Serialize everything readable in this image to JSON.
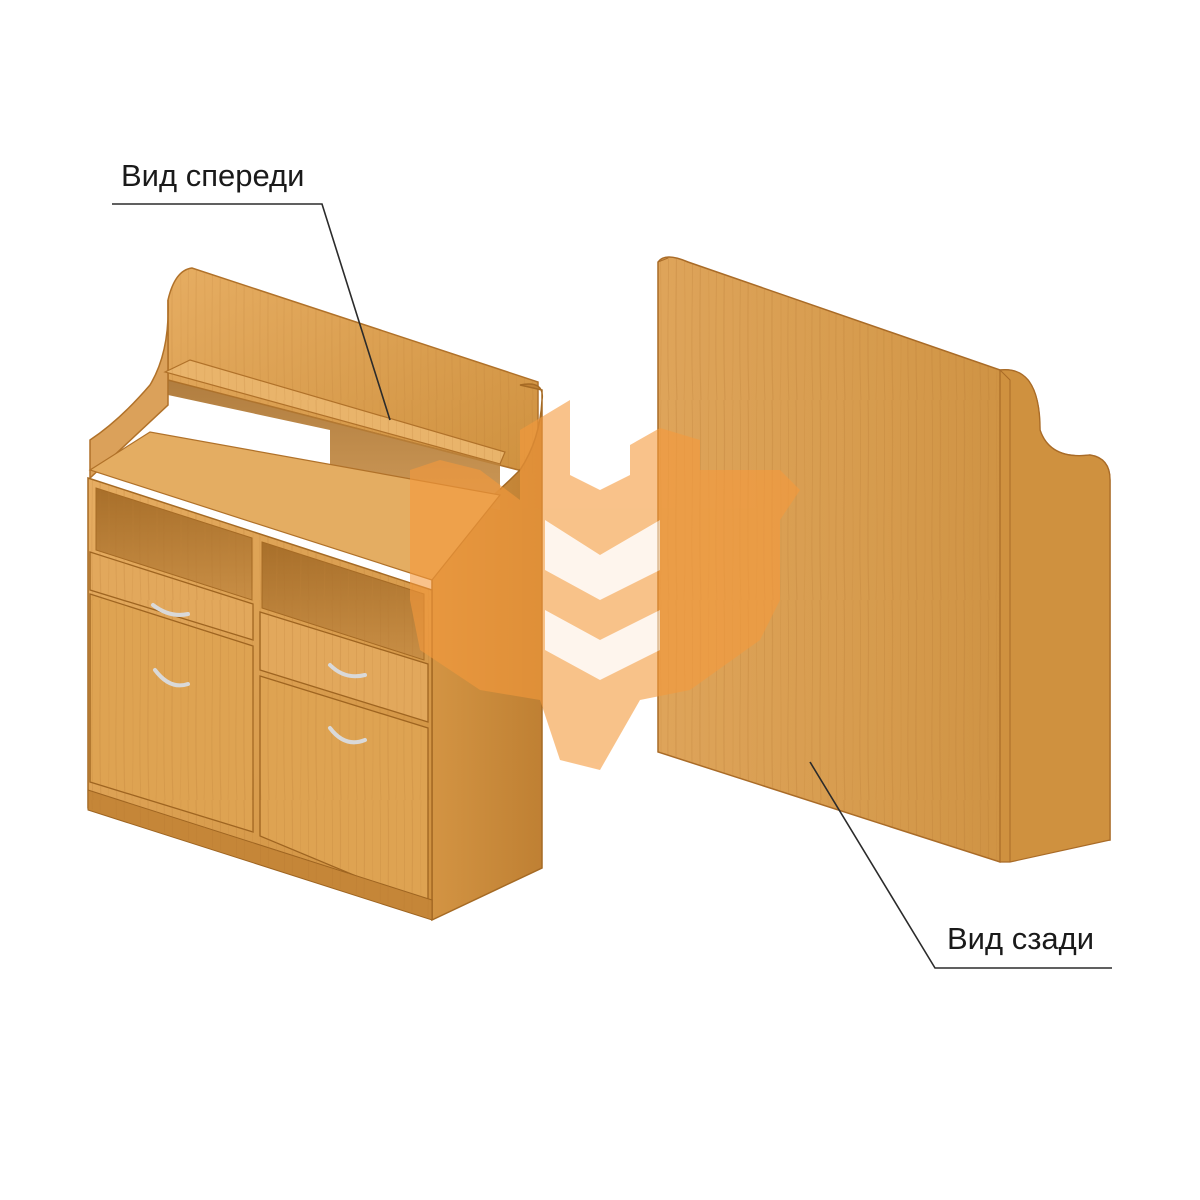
{
  "labels": {
    "front_view": "Вид спереди",
    "back_view": "Вид сзади"
  },
  "colors": {
    "background": "#ffffff",
    "wood_light": "#e2a85c",
    "wood_mid": "#d0923f",
    "wood_dark": "#b87a2c",
    "wood_shadow": "#9e6420",
    "inner_shadow": "#b57a34",
    "handle": "#d9d9d9",
    "watermark": "#f59a3c",
    "leader_line": "#2b2b2b"
  },
  "watermark": {
    "icon": "logo-watermark-icon",
    "opacity": 0.6
  }
}
